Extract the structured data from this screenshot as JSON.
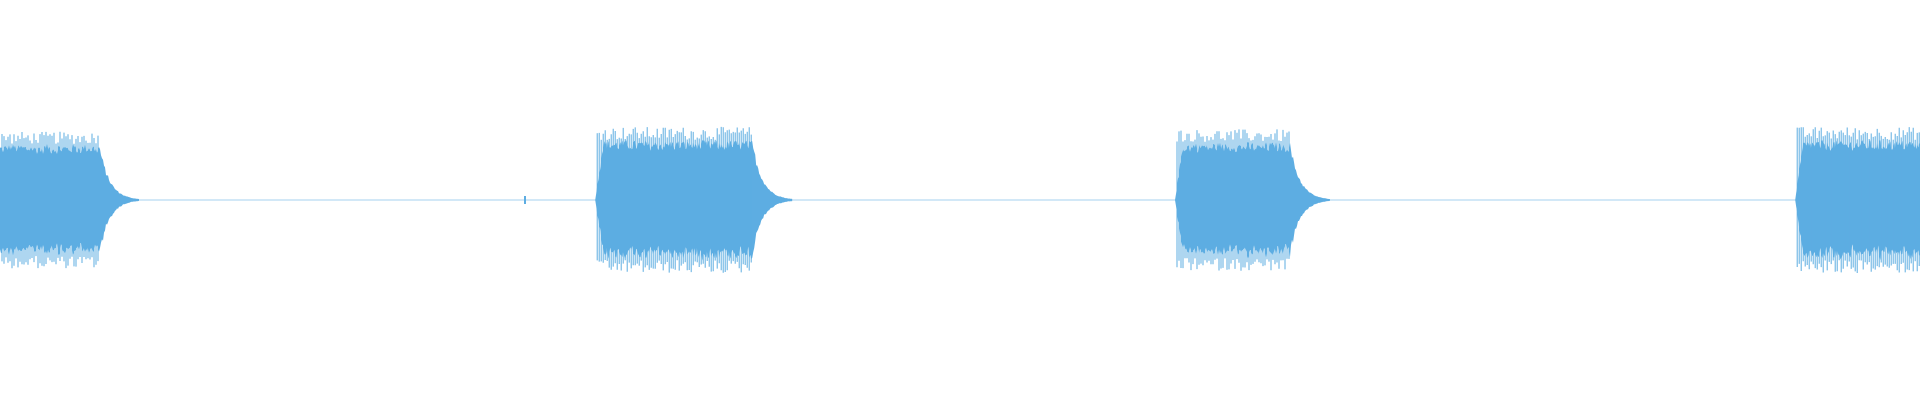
{
  "waveform": {
    "color": "#5dade2",
    "background": "#ffffff",
    "duration_fraction_segments": [
      {
        "start": 0.0,
        "end": 0.052,
        "level": 0.56
      },
      {
        "start": 0.31,
        "end": 0.392,
        "level": 0.6
      },
      {
        "start": 0.612,
        "end": 0.672,
        "level": 0.58
      },
      {
        "start": 0.935,
        "end": 1.0,
        "level": 0.6
      }
    ],
    "silence_level": 0.01
  }
}
